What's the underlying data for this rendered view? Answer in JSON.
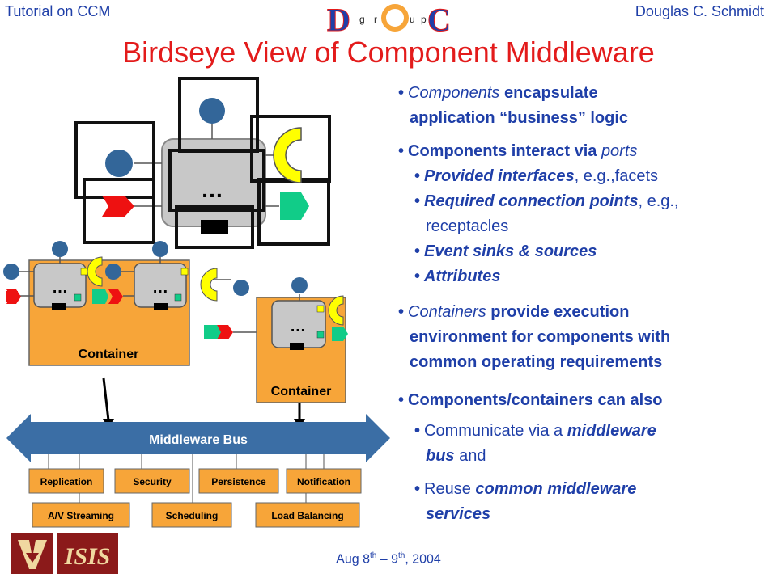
{
  "header": {
    "left": "Tutorial on CCM",
    "right": "Douglas C. Schmidt",
    "logo_text": "DOC group",
    "logo_letters": [
      "D",
      "g",
      "r",
      "u",
      "p",
      "C"
    ]
  },
  "title": "Birdseye View of Component Middleware",
  "footer": {
    "date_prefix": "Aug 8",
    "date_sup1": "th",
    "date_mid": " – 9",
    "date_sup2": "th",
    "date_suffix": ", 2004",
    "logo_left_label": "Vanderbilt logo",
    "logo_right_text": "ISIS"
  },
  "diagram": {
    "component_ellipsis": "…",
    "container1_label": "Container",
    "container2_label": "Container",
    "bus_label": "Middleware Bus",
    "services_row1": [
      "Replication",
      "Security",
      "Persistence",
      "Notification"
    ],
    "services_row2": [
      "A/V Streaming",
      "Scheduling",
      "Load Balancing"
    ],
    "colors": {
      "container": "#f7a539",
      "bus": "#3b6ea5",
      "service": "#f7a539",
      "port_circle": "#336699",
      "facet": "#ffff00",
      "event_red": "#ee1111",
      "event_green": "#11cc88",
      "component": "#c8c8c8"
    }
  },
  "bullets": {
    "b1": {
      "em": "Components",
      "rest": " encapsulate",
      "line2": "application “business” logic"
    },
    "b2": {
      "text": "Components interact via ",
      "em": "ports"
    },
    "b2a": {
      "em": "Provided interfaces",
      "rest": ", e.g.,facets"
    },
    "b2b": {
      "em": "Required connection points",
      "rest": ", e.g.,",
      "line2": "receptacles"
    },
    "b2c": {
      "em": "Event sinks & sources"
    },
    "b2d": {
      "em": "Attributes"
    },
    "b3": {
      "em": "Containers",
      "rest": " provide execution",
      "line2": "environment for components with",
      "line3": "common operating requirements"
    },
    "b4": {
      "text": "Components/containers can also"
    },
    "b4a": {
      "text": "Communicate via a ",
      "em": "middleware",
      "line2_em": "bus",
      "line2_rest": " and"
    },
    "b4b": {
      "text": "Reuse ",
      "em": "common middleware",
      "line2_em": "services"
    }
  }
}
